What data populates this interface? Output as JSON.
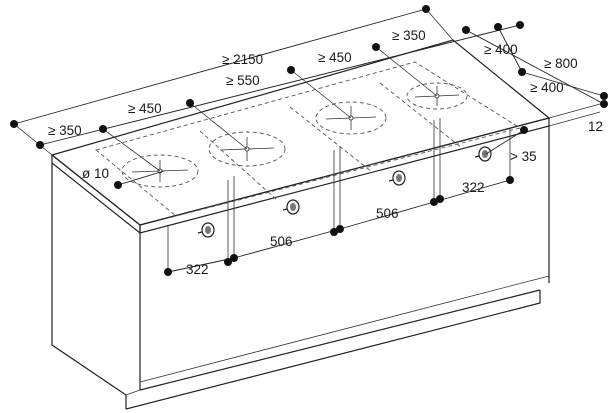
{
  "labels": {
    "total_width": "≥ 2150",
    "side_left_1": "≥ 350",
    "side_left_2": "≥ 450",
    "spacing_550": "≥ 550",
    "spacing_450": "≥ 450",
    "spacing_350": "≥ 350",
    "depth_400_top": "≥ 400",
    "depth_800": "≥ 800",
    "depth_400_side": "≥ 400",
    "thickness_12": "12",
    "hole_dia": "ø 10",
    "front_gt35": "> 35",
    "front_322_right": "322",
    "front_506_right": "506",
    "front_506_left": "506",
    "front_322_left": "322"
  },
  "colors": {
    "line": "#222222",
    "dashed": "#555555",
    "dot": "#111111"
  },
  "icons": [
    "control-knob-icon"
  ]
}
